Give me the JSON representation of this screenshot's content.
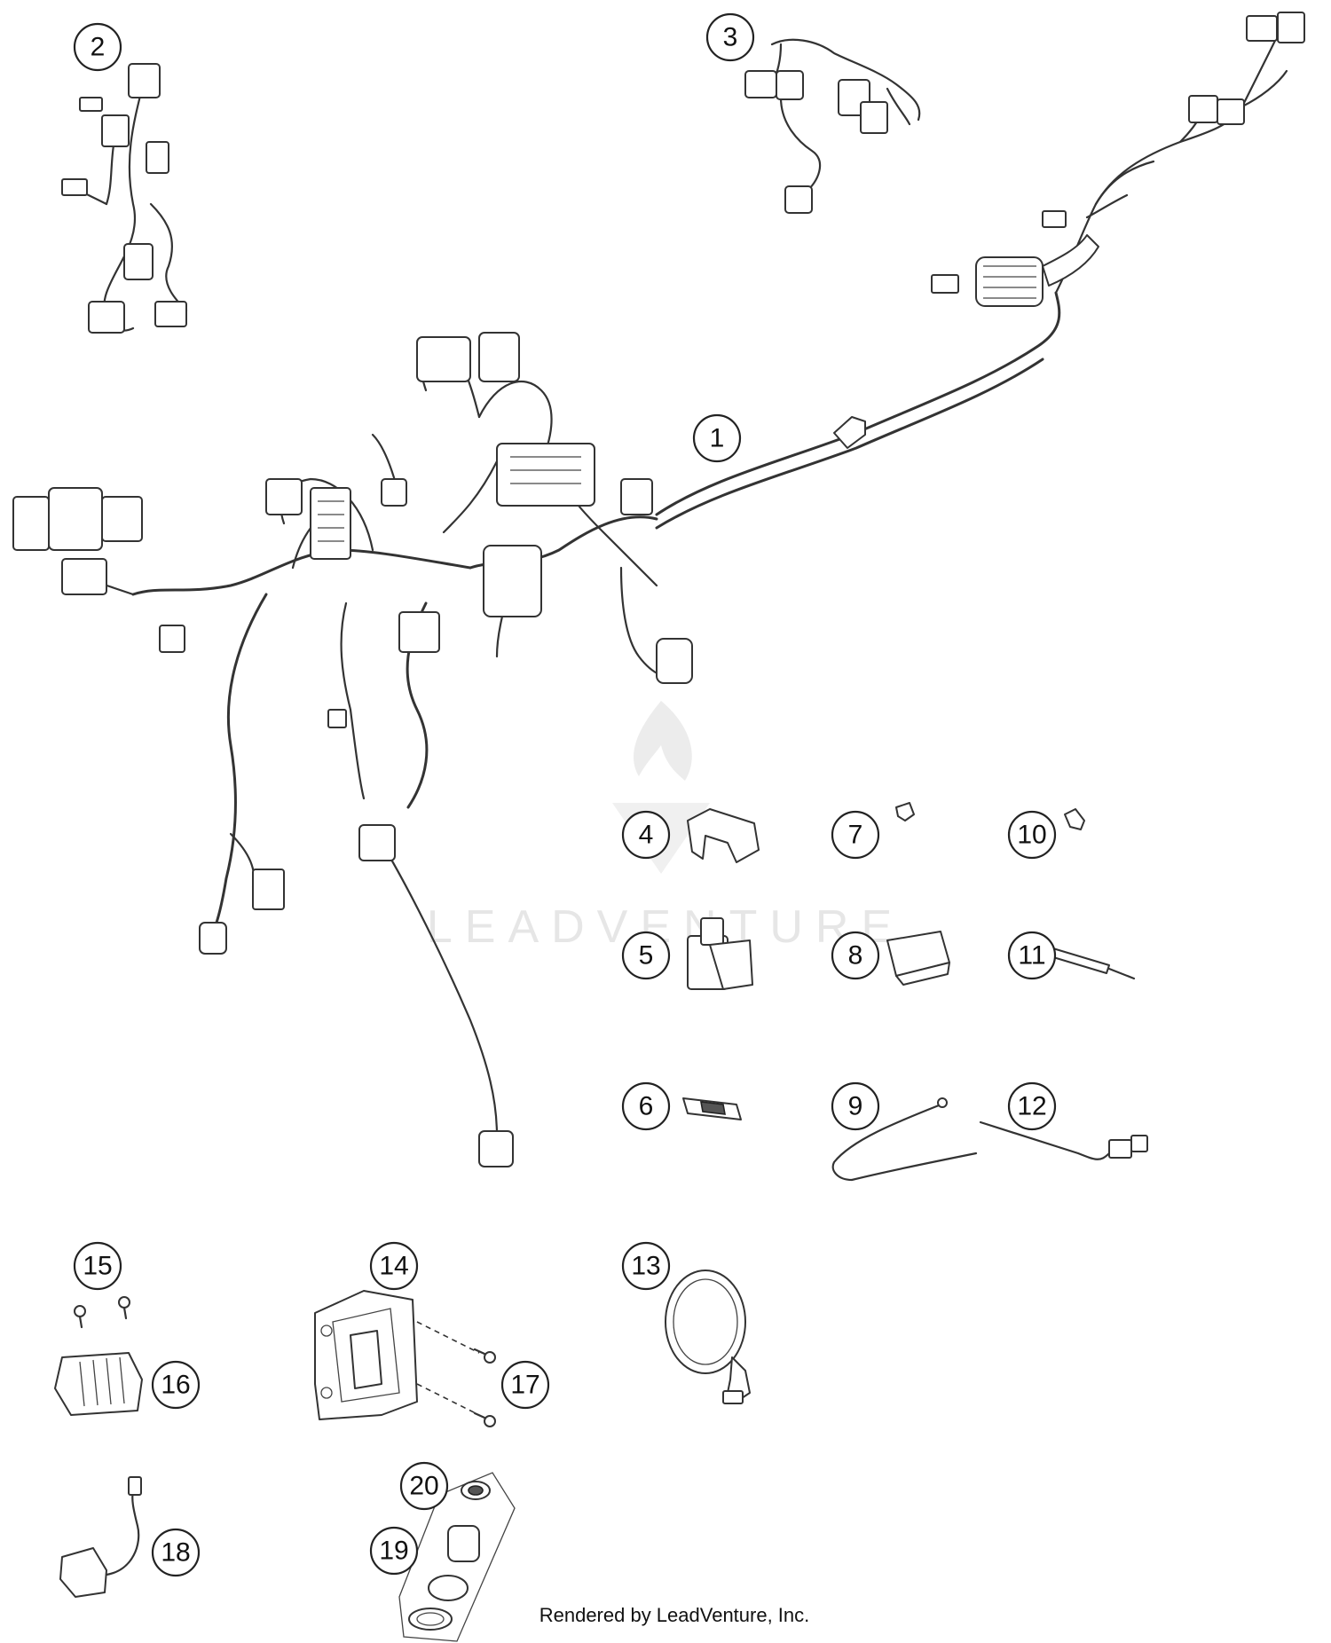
{
  "callouts": [
    "1",
    "2",
    "3",
    "4",
    "5",
    "6",
    "7",
    "8",
    "9",
    "10",
    "11",
    "12",
    "13",
    "14",
    "15",
    "16",
    "17",
    "18",
    "19",
    "20"
  ],
  "watermark": {
    "brand": "LEADVENTURE"
  },
  "footer": {
    "text": "Rendered by LeadVenture, Inc."
  }
}
